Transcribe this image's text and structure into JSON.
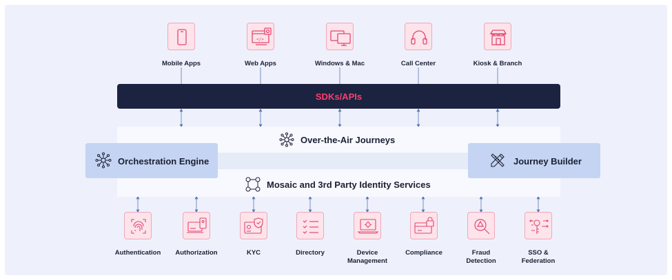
{
  "colors": {
    "accent": "#ff3d6e",
    "dark_bar": "#1c2340",
    "icon_fill": "#fde3ea",
    "icon_stroke": "#e0476f",
    "side_box": "#c4d4f2",
    "connector": "#5876b8"
  },
  "channels": [
    {
      "label": "Mobile Apps",
      "icon": "mobile-phone-icon"
    },
    {
      "label": "Web Apps",
      "icon": "web-browser-icon"
    },
    {
      "label": "Windows & Mac",
      "icon": "desktop-windows-icon"
    },
    {
      "label": "Call Center",
      "icon": "headset-icon"
    },
    {
      "label": "Kiosk & Branch",
      "icon": "storefront-icon"
    }
  ],
  "sdk_bar": {
    "label": "SDKs/APIs"
  },
  "journeys": {
    "label": "Over-the-Air Journeys",
    "icon": "network-hub-icon"
  },
  "orchestration": {
    "label": "Orchestration Engine",
    "icon": "network-hub-icon"
  },
  "builder": {
    "label": "Journey Builder",
    "icon": "pencil-ruler-icon"
  },
  "identity": {
    "label": "Mosaic and 3rd Party Identity Services",
    "icon": "identity-graph-icon"
  },
  "services": [
    {
      "label": "Authentication",
      "icon": "fingerprint-icon"
    },
    {
      "label": "Authorization",
      "icon": "laptop-phone-icon"
    },
    {
      "label": "KYC",
      "icon": "id-card-shield-icon"
    },
    {
      "label": "Directory",
      "icon": "checklist-icon"
    },
    {
      "label": "Device\nManagement",
      "icon": "laptop-gear-icon"
    },
    {
      "label": "Compliance",
      "icon": "card-lock-icon"
    },
    {
      "label": "Fraud\nDetection",
      "icon": "magnify-alert-icon"
    },
    {
      "label": "SSO &\nFederation",
      "icon": "circuit-key-icon"
    }
  ]
}
